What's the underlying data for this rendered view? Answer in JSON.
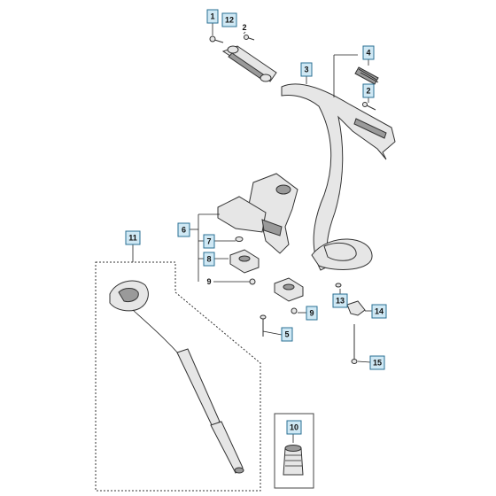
{
  "callouts": [
    {
      "id": "c1",
      "label": "1",
      "boxed": true
    },
    {
      "id": "c12",
      "label": "12",
      "boxed": true
    },
    {
      "id": "c2a",
      "label": "2",
      "boxed": false
    },
    {
      "id": "c4",
      "label": "4",
      "boxed": true
    },
    {
      "id": "c3",
      "label": "3",
      "boxed": true
    },
    {
      "id": "c2b",
      "label": "2",
      "boxed": true
    },
    {
      "id": "c6",
      "label": "6",
      "boxed": true
    },
    {
      "id": "c7",
      "label": "7",
      "boxed": true
    },
    {
      "id": "c8",
      "label": "8",
      "boxed": true
    },
    {
      "id": "c9a",
      "label": "9",
      "boxed": false
    },
    {
      "id": "c9b",
      "label": "9",
      "boxed": true
    },
    {
      "id": "c11",
      "label": "11",
      "boxed": true
    },
    {
      "id": "c5",
      "label": "5",
      "boxed": true
    },
    {
      "id": "c13",
      "label": "13",
      "boxed": true
    },
    {
      "id": "c14",
      "label": "14",
      "boxed": true
    },
    {
      "id": "c15",
      "label": "15",
      "boxed": true
    },
    {
      "id": "c10",
      "label": "10",
      "boxed": true
    }
  ]
}
